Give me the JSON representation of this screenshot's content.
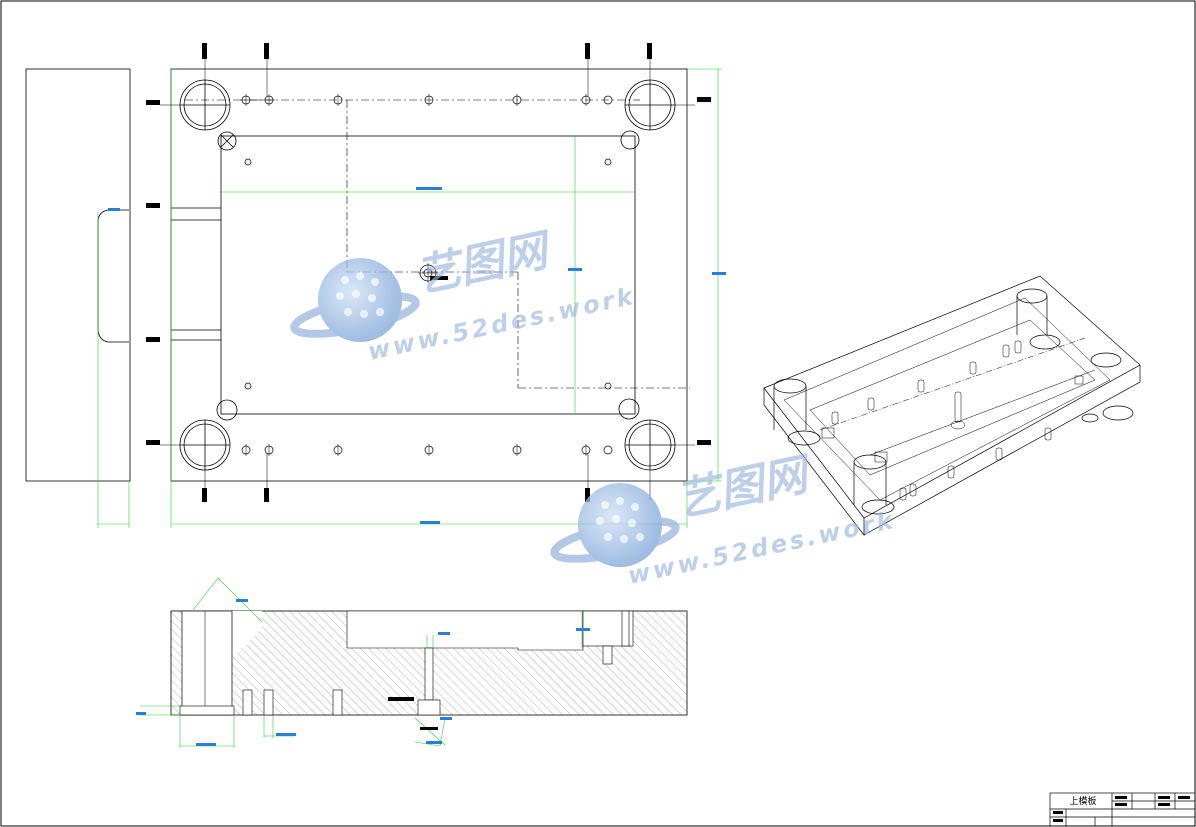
{
  "title_block": {
    "part_name": "上模板"
  },
  "watermark": {
    "brand": "艺图网",
    "url": "www.52des.work"
  },
  "colors": {
    "outline": "#000000",
    "dimension_line": "#27d227",
    "dimension_text": "#2a7fd4",
    "watermark": "#9bb6dd"
  }
}
